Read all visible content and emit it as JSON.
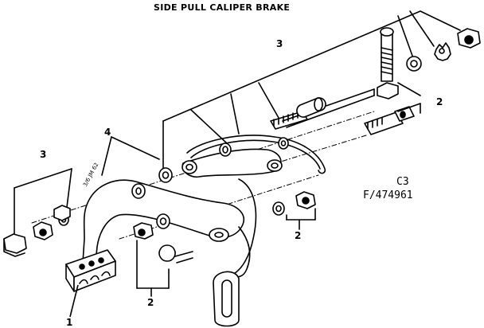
{
  "title": "SIDE PULL CALIPER BRAKE",
  "model": {
    "code": "C3",
    "part_number": "F/474961"
  },
  "frame_stamp": "3/6  JM 62",
  "callouts": [
    {
      "id": "callout-1",
      "label": "1",
      "part": "brake-shoe"
    },
    {
      "id": "callout-2-right",
      "label": "2",
      "part": "adjuster-nut-and-barrel"
    },
    {
      "id": "callout-2-mid",
      "label": "2",
      "part": "nut-and-washer"
    },
    {
      "id": "callout-2-left",
      "label": "2",
      "part": "nut-and-bolt"
    },
    {
      "id": "callout-3-top",
      "label": "3",
      "part": "center-bolt-hardware"
    },
    {
      "id": "callout-3-left",
      "label": "3",
      "part": "mounting-nut-and-washer"
    },
    {
      "id": "callout-4",
      "label": "4",
      "part": "caliper-arm-washers"
    }
  ]
}
